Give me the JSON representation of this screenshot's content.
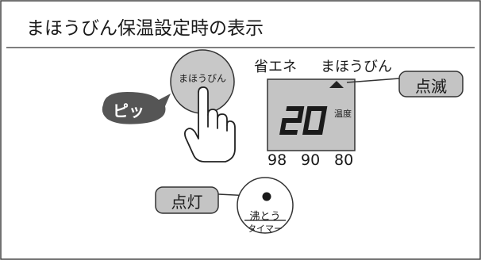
{
  "title": "まほうびん保温設定時の表示",
  "indicator_labels": {
    "left": "省エネ",
    "right": "まほうびん"
  },
  "blink_callout": "点滅",
  "display": {
    "value": "20",
    "unit_label": "温度"
  },
  "temp_scale": [
    "98",
    "90",
    "80"
  ],
  "mahobin_button": "まほうびん",
  "beep_label": "ピッ",
  "lit_callout": "点灯",
  "boil_timer_button": {
    "top": "沸とう",
    "bottom": "タイマー"
  },
  "colors": {
    "frame": "#444444",
    "display_bg": "#c4c4c4",
    "button_bg": "#c8c8c8",
    "callout_bg": "#c4c4c4",
    "beep_bg": "#555555"
  }
}
